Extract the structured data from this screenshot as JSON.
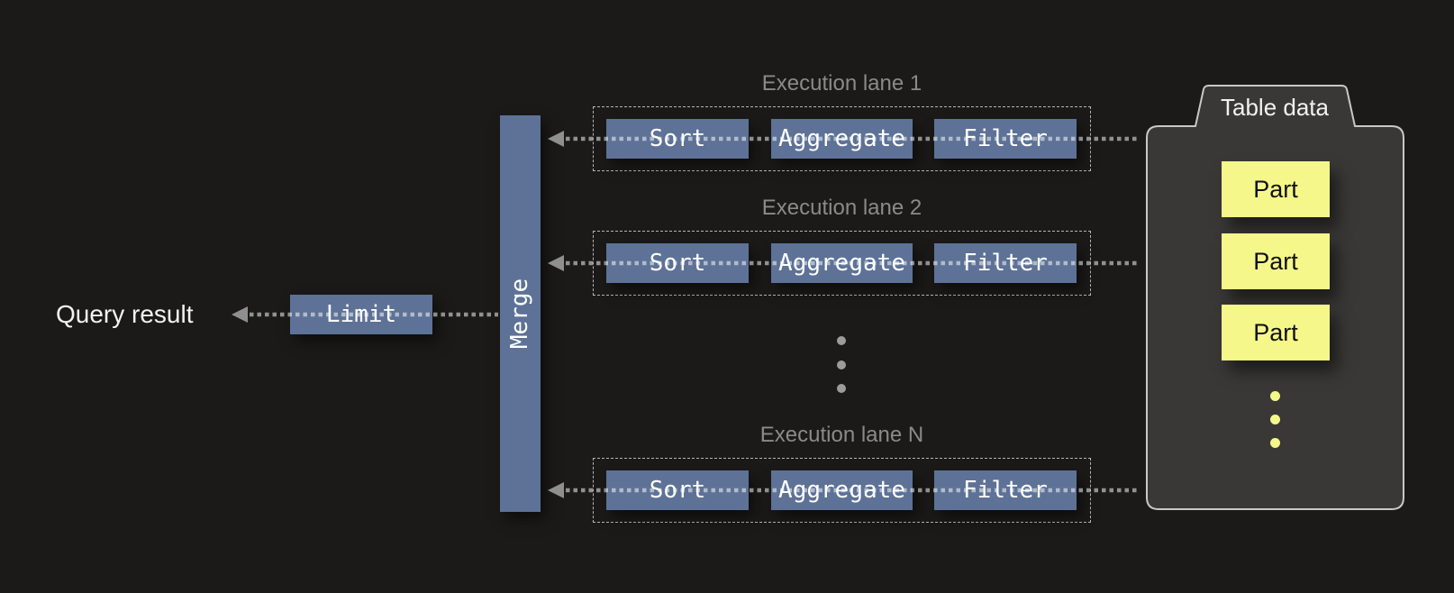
{
  "diagram": {
    "query_result_label": "Query result",
    "limit_label": "Limit",
    "merge_label": "Merge",
    "lanes": [
      {
        "label": "Execution lane 1",
        "operators": [
          "Sort",
          "Aggregate",
          "Filter"
        ]
      },
      {
        "label": "Execution lane 2",
        "operators": [
          "Sort",
          "Aggregate",
          "Filter"
        ]
      },
      {
        "label": "Execution lane N",
        "operators": [
          "Sort",
          "Aggregate",
          "Filter"
        ]
      }
    ],
    "table": {
      "title": "Table data",
      "parts": [
        "Part",
        "Part",
        "Part"
      ]
    },
    "colors": {
      "background": "#1b1a18",
      "operator_blue": "#5d7296",
      "part_yellow": "#f6f78a",
      "container_fill": "#393836",
      "container_border": "#c8c8c8",
      "lane_label_gray": "#8a8a8a",
      "arrow_gray": "#8f8f8f",
      "text_white": "#f2f2f2"
    }
  }
}
